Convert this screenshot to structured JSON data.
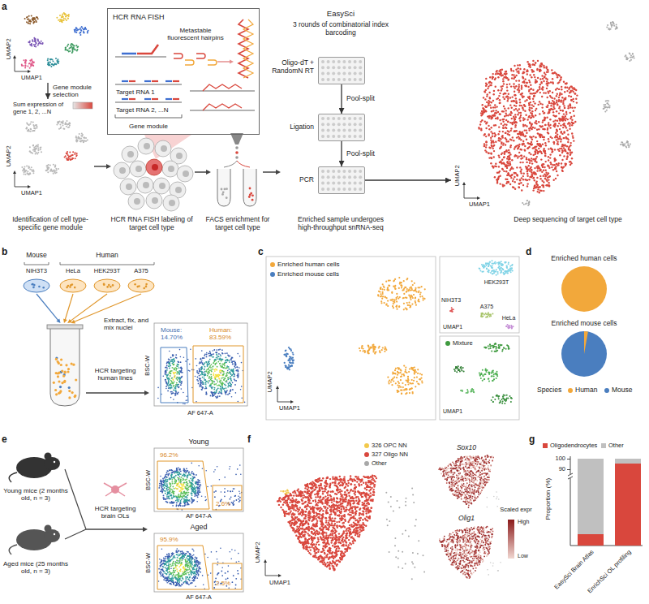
{
  "diagram": {
    "nodes": [
      {
        "text": [
          "UMAP2",
          "UMAP1"
        ]
      },
      {
        "text": [
          "Sum expression of gene 1, 2, ...N",
          "UMAP2",
          "UMAP1"
        ]
      },
      {
        "text": [
          "HCR RNA FISH",
          "Metastable fluorescent hairpins",
          "Target RNA 1",
          "Target RNA 2, ...N",
          "Gene module"
        ]
      },
      {
        "text": [
          "Oligo-dT + RandomN RT"
        ]
      },
      {
        "text": [
          "Ligation"
        ]
      },
      {
        "text": [
          "PCR"
        ]
      },
      {
        "text": [
          "UMAP2",
          "UMAP1"
        ]
      }
    ],
    "edges": [
      {
        "from": 0,
        "to": 1,
        "label": "Gene module selection",
        "arrow": "to"
      },
      {
        "from": 3,
        "to": 4,
        "label": "Pool-split",
        "arrow": "to"
      },
      {
        "from": 4,
        "to": 5,
        "label": "Pool-split",
        "arrow": "to"
      },
      {
        "from": 5,
        "to": 6,
        "arrow": "to"
      }
    ],
    "labels": [
      "a",
      "EasySci",
      "3 rounds of combinatorial index barcoding",
      "Identification of cell type-specific gene module",
      "HCR RNA FISH labeling of target cell type",
      "FACS enrichment for target cell type",
      "Enriched sample undergoes high-throughput snRNA-seq",
      "Deep sequencing of target cell type",
      "b",
      "Mouse",
      "Human",
      "NIH3T3",
      "HeLa",
      "HEK293T",
      "A375",
      "Extract, fix, and mix nuclei",
      "HCR targeting human lines",
      "Mouse: 14.70%",
      "Human: 83.59%",
      "BSC-W",
      "AF 647-A",
      "c",
      "UMAP2",
      "UMAP1",
      "HEK293T",
      "NIH3T3",
      "A375",
      "HeLa",
      "UMAP1",
      "UMAP1",
      "d",
      "Enriched human cells",
      "Enriched mouse cells",
      "Species",
      "e",
      "Young mice (2 months old, n = 3)",
      "Aged mice (25 months old, n = 3)",
      "HCR targeting brain OLs",
      "Young",
      "96.2%",
      "2.6%",
      "BSC-W",
      "AF 647-A",
      "Aged",
      "95.9%",
      "2.5%",
      "BSC-W",
      "AF 647-A",
      "f",
      "UMAP2",
      "UMAP1",
      "Sox10",
      "Olig1",
      "Scaled expr",
      "High",
      "Low",
      "g",
      "Proportion (%)",
      "100",
      "90",
      "EasySci Brain Atlas",
      "EnrichSci OL profiling"
    ],
    "legend": [
      {
        "text": "Enriched human cells",
        "color": "#f2a83b"
      },
      {
        "text": "Enriched mouse cells",
        "color": "#4a7ebf"
      },
      {
        "text": "Mixture",
        "color": "#3f9a3f"
      },
      {
        "text": "Human",
        "color": "#f2a83b"
      },
      {
        "text": "Mouse",
        "color": "#4a7ebf"
      },
      {
        "text": "326 OPC NN",
        "color": "#f2c94c"
      },
      {
        "text": "327 Oligo NN",
        "color": "#d9473d"
      },
      {
        "text": "Other",
        "color": "#a8a8a8"
      },
      {
        "text": "Oligodendrocytes",
        "color": "#d9473d"
      },
      {
        "text": "Other",
        "color": "#c0c0c0"
      }
    ]
  }
}
